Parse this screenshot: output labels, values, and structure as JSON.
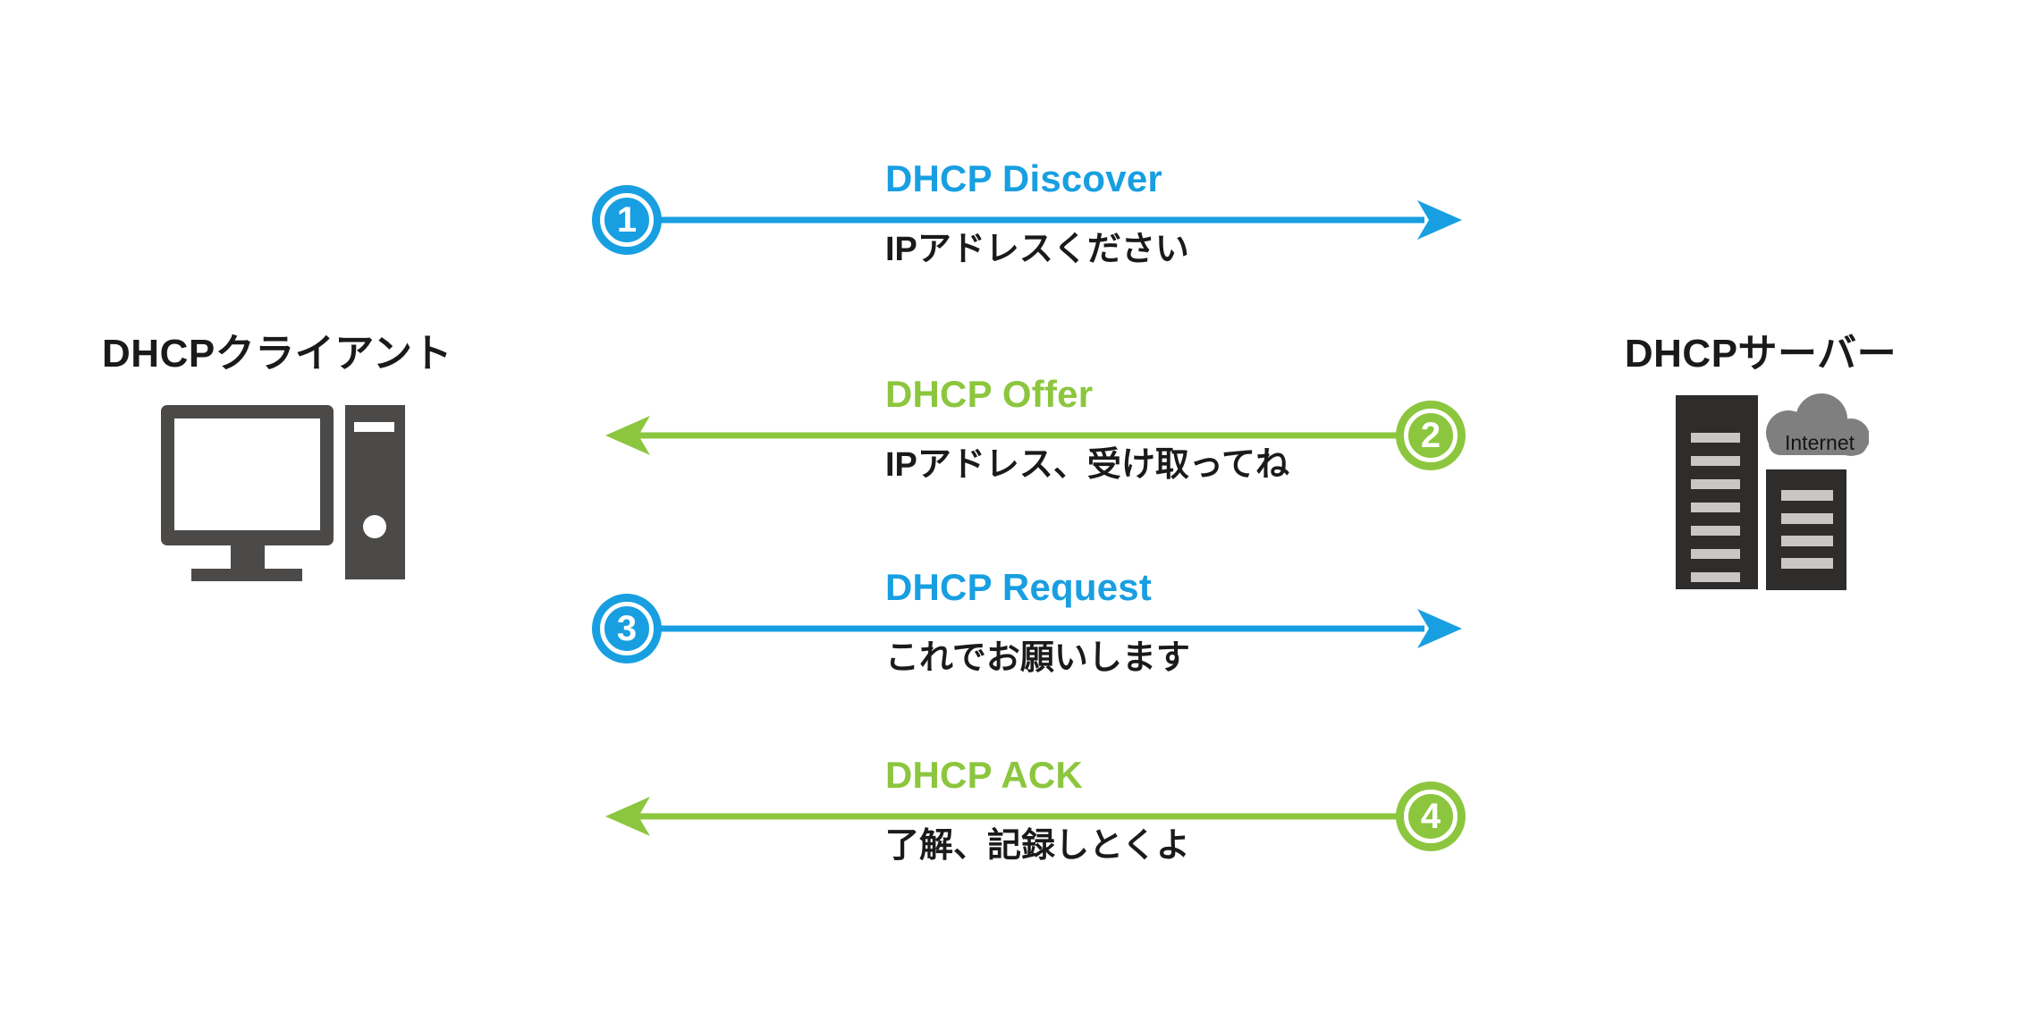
{
  "entities": {
    "client": {
      "label": "DHCPクライアント",
      "icon": "desktop-computer-icon"
    },
    "server": {
      "label": "DHCPサーバー",
      "icon": "server-rack-icon",
      "cloud_label": "Internet"
    }
  },
  "messages": [
    {
      "step": "1",
      "title": "DHCP Discover",
      "note": "IPアドレスください",
      "direction": "client-to-server",
      "color": "#189FE1"
    },
    {
      "step": "2",
      "title": "DHCP Offer",
      "note": "IPアドレス、受け取ってね",
      "direction": "server-to-client",
      "color": "#8CC63E"
    },
    {
      "step": "3",
      "title": "DHCP Request",
      "note": "これでお願いします",
      "direction": "client-to-server",
      "color": "#189FE1"
    },
    {
      "step": "4",
      "title": "DHCP ACK",
      "note": "了解、記録しとくよ",
      "direction": "server-to-client",
      "color": "#8CC63E"
    }
  ],
  "colors": {
    "blue": "#189FE1",
    "green": "#8CC63E",
    "text": "#1a1a1a",
    "icon_gray": "#4b4a49",
    "rack_dark": "#2e2d2c",
    "slot_light": "#c8c7c6",
    "cloud_gray": "#7f7f7f",
    "background": "#ffffff"
  }
}
